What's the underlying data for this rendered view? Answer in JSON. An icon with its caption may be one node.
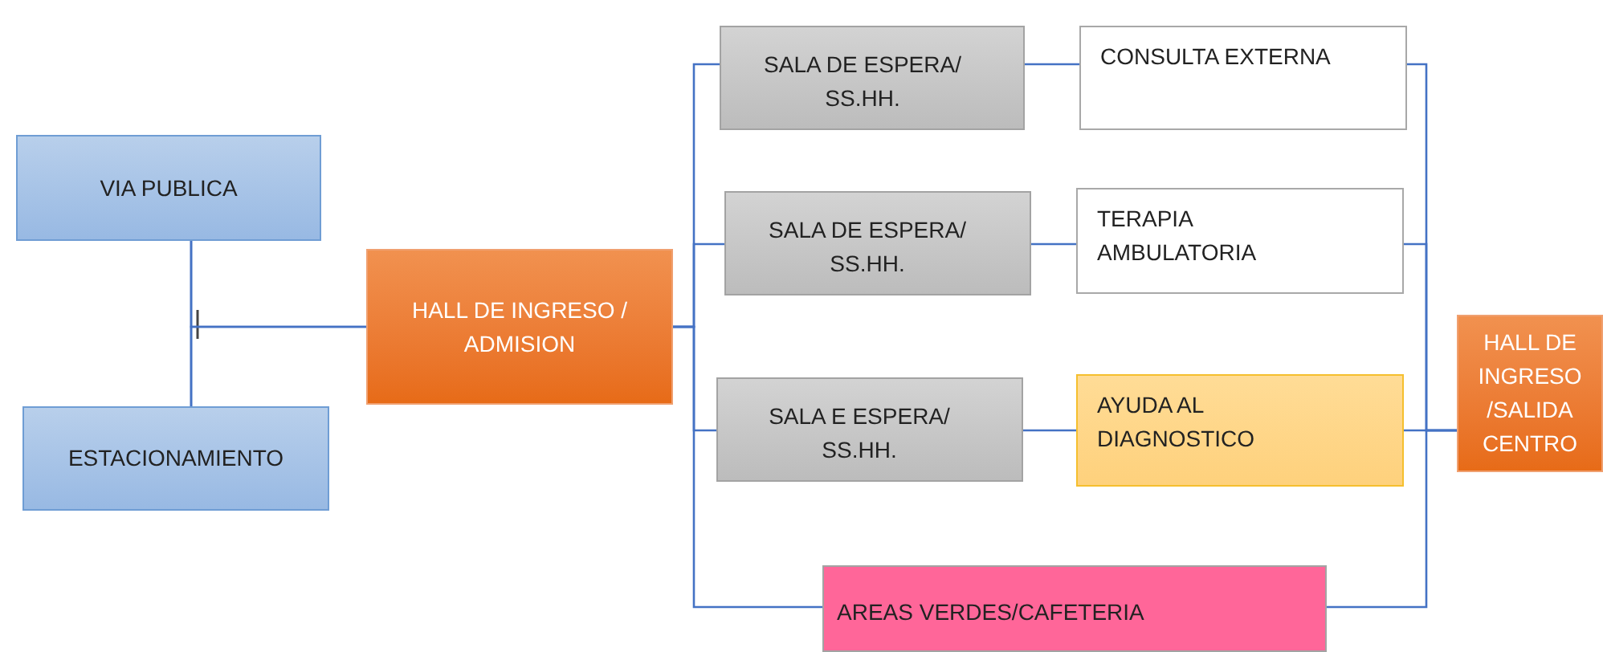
{
  "diagram": {
    "nodes": [
      {
        "text": [
          "VIA PUBLICA"
        ]
      },
      {
        "text": [
          "ESTACIONAMIENTO"
        ]
      },
      {
        "text": [
          "HALL DE INGRESO / ADMISION"
        ]
      },
      {
        "text": [
          "SALA DE ESPERA/ SS.HH."
        ]
      },
      {
        "text": [
          "CONSULTA EXTERNA"
        ]
      },
      {
        "text": [
          "SALA DE ESPERA/ SS.HH."
        ]
      },
      {
        "text": [
          "TERAPIA AMBULATORIA"
        ]
      },
      {
        "text": [
          "SALA E ESPERA/ SS.HH."
        ]
      },
      {
        "text": [
          "AYUDA AL DIAGNOSTICO"
        ]
      },
      {
        "text": [
          "AREAS VERDES/CAFETERIA"
        ]
      },
      {
        "text": [
          "HALL DE INGRESO /SALIDA CENTRO"
        ]
      }
    ],
    "edges": [
      {
        "from": 0,
        "to": 1,
        "arrow": "none"
      },
      {
        "from": 2,
        "to": 0,
        "arrow": "none"
      },
      {
        "from": 2,
        "to": 1,
        "arrow": "none"
      },
      {
        "from": 2,
        "to": 3,
        "arrow": "none"
      },
      {
        "from": 2,
        "to": 5,
        "arrow": "none"
      },
      {
        "from": 2,
        "to": 7,
        "arrow": "none"
      },
      {
        "from": 2,
        "to": 9,
        "arrow": "none"
      },
      {
        "from": 3,
        "to": 4,
        "arrow": "none"
      },
      {
        "from": 5,
        "to": 6,
        "arrow": "none"
      },
      {
        "from": 7,
        "to": 8,
        "arrow": "none"
      },
      {
        "from": 4,
        "to": 10,
        "arrow": "none"
      },
      {
        "from": 6,
        "to": 10,
        "arrow": "none"
      },
      {
        "from": 8,
        "to": 10,
        "arrow": "none"
      },
      {
        "from": 9,
        "to": 10,
        "arrow": "none"
      }
    ]
  }
}
